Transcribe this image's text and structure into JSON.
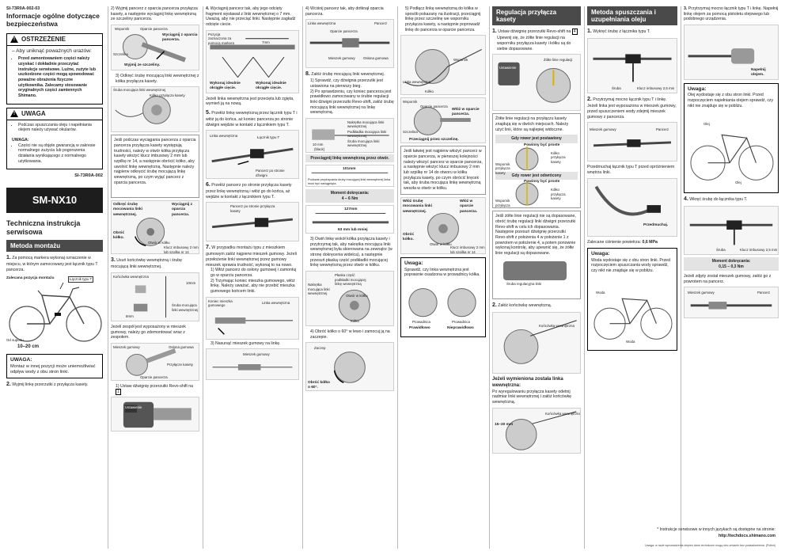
{
  "doc": {
    "code": "SI-73R0A-002-03",
    "general_title": "Informacje ogólne dotyczące bezpieczeństwa",
    "warning_head": "OSTRZEŻENIE",
    "warning_lead": "– Aby uniknąć poważnych urazów:",
    "warning_item": "Przed zamontowaniem części należy uzyskać i dokładnie przeczytać instrukcje serwisowe. Luźne, zużyte lub uszkodzone części mogą spowodować poważne obrażenia fizyczne użytkownika. Zalecamy stosowanie oryginalnych części zamiennych Shimano.",
    "caution_head": "UWAGA",
    "caution_item": "Podczas spuszczania oleju i napełniania olejem należy używać okularów.",
    "caution_note_title": "UWAGA:",
    "caution_note": "Części nie są objęte gwarancją w zakresie normalnego zużycia lub pogorszenia działania wynikającego z normalnego użytkowania.",
    "ref_code": "SI-73R0A-002",
    "model": "SM-NX10",
    "tech_title": "Techniczna instrukcja serwisowa",
    "install_title": "Metoda montażu",
    "install_step1": "Za pomocą markera wykonaj oznaczenie w miejscu, w którym zamocowany jest łącznik typu T pancerza.",
    "mark_label": "Zalecana pozycja montażu",
    "t_joint_label": "Łącznik typu T",
    "from_stop": "Od suportu",
    "distance": "10–20 cm",
    "uwaga_title": "UWAGA:",
    "uwaga_body": "Montaż w innej pozycji może uniemożliwiać odpływ wody z obu stron linki.",
    "install_step2": "Wyjmij linkę przerzutki z przyłącza kasety."
  },
  "col2": {
    "s2": "2) Wyjmij pancerz z oparcia pancerza przyłącza kasety, a następnie wyciągnij linkę wewnętrzną ze szczeliny pancerza.",
    "wspornik": "Wspornik",
    "oparcie": "Oparcie pancerza",
    "wyciagnij": "Wyciągnij z oparcia pancerza.",
    "szczelina": "Szczelina",
    "wyjmij": "Wyjmij ze szczeliny.",
    "s3": "3) Odkręć śrubę mocującą linki wewnętrznej z kółka przyłącza kasety.",
    "sruba": "Śruba mocująca linki wewnętrznej",
    "kolko": "Kółko przyłącza kasety",
    "box": "Jeśli podczas wyciągania pancerza z oparcia pancerza przyłącza kasety występują trudności, należy w otwór kółka przyłącza kasety włożyć klucz imbusowy 2 mm lub szpilkę nr 14, a następnie obrócić kółko, aby uwolnić linkę wewnętrzną. Następnie należy najpierw odkręcić śrubę mocującą linkę wewnętrzną, po czym wyjąć pancerz z oparcia pancerza.",
    "odkrec": "Odkręć śrubę mocowania linki wewnętrznej.",
    "obroc": "Obróć kółko.",
    "wyciagnij2": "Wyciągnij z oparcia pancerza.",
    "otwor": "Otwór w kółku",
    "klucz": "Klucz imbusowy 2 mm lub szpilka nr 14",
    "s3b": "Usuń końcówkę wewnętrzną i śrubę mocującą linki wewnętrznej.",
    "koncowka": "Końcówka wewnętrzna",
    "mm10": "10mm",
    "mm8": "8mm",
    "mocuj": "Śruba mocująca linki wewnętrznej",
    "s4": "Jeżeli zespół jest wyposażony w mieszek gumowy, należy go zdemontować wraz z zespołem.",
    "mieszek": "Mieszek gumowy",
    "oslona": "Osłona gumowa",
    "przylacze": "Przyłącze kasety",
    "oparcie2": "Oparcie pancerza",
    "s1r": "1) Ustaw dźwignię przerzutki Revo-shift na",
    "ustawien": "Ustawienie"
  },
  "col3": {
    "s4": "Wyciągnij pancerz tak, aby jego odcięty fragment wystawał z linki wewnętrznej o 7 mm. Uważaj, aby nie przeciąć linki. Następnie zagładź odcięte ciecie.",
    "pozycja": "Pozycja zaznaczona za pomocą markera",
    "mm7": "7mm",
    "wykonaj1": "Wykonaj idealnie okrągłe cięcie.",
    "wykonaj2": "Wykonaj idealnie okrągłe cięcie.",
    "jezeli": "Jeżeli linka wewnętrzna jest przecięta lub zgięta, wymień ją na nową.",
    "s5": "Przełóż linkę wewnętrzną przez łącznik typu T i włóż ją do końca, aż koniec pancerza po stronie dźwigni wejdzie w kontakt z łącznikiem typu T.",
    "linka": "Linka wewnętrzna",
    "tjoint": "Łącznik typu T",
    "pancerz": "Pancerz po stronie dźwigni",
    "s6": "Przełóż pancerz po stronie przyłącza kasety przez linkę wewnętrzną i włóż go do końca, aż wejdzie w kontakt z łącznikiem typu T.",
    "pancerz2": "Pancerz po stronie przyłącza kasety",
    "s7": "W przypadku montażu typu z mieszkiem gumowym załóż najpierw mieszek gumowy. Jeżeli przełożenie linki wewnętrznej przez gumowy mieszek sprawia trudność, wykonaj to na nowo.",
    "s7a": "1) Włóż pancerz do osłony gumowej i zamontuj go w oparciu pancerza.",
    "s7b": "2) Trzymając koniec mieszka gumowego, włóż linkę. Należy uważać, aby nie przebić mieszka gumowego końcem linki.",
    "koniec": "Koniec mieszka gumowego",
    "s3n": "3) Nasunąć mieszek gumowy na linkę.",
    "mieszek": "Mieszek gumowy"
  },
  "col4": {
    "s4": "4) Wciśnij pancerz tak, aby dotknął oparcia pancerza.",
    "linka": "Linka wewnętrzna",
    "pancerz": "Pancerz",
    "oparcie": "Oparcie pancerza",
    "mieszek": "Mieszek gumowy",
    "oslona": "Osłona gumowa",
    "s8": "Załóż śrubę mocującą linki wewnętrznej.",
    "s8a": "1) Sprawdź, czy dźwignia przerzutki jest ustawiona na pierwszy bieg.",
    "s8b": "2) Po sprawdzeniu, czy koniec pancerza jest prawidłowo zamocowany w śrubie regulacji linki dźwigni przerzutki Revo-shift, załóż śrubę mocującą linki wewnętrznej na linkę wewnętrzną.",
    "mm10": "10 mm",
    "black": "(black)",
    "nakretka": "Nakrętka mocująca linki wewnętrznej",
    "podkladka": "Podkładka mocująca linki wewnętrznej",
    "sruba": "Śruba mocująca linki wewnętrznej",
    "przeciagnij": "Przeciągnij linkę wewnętrzną przez otwór.",
    "mm101": "101mm",
    "podczas": "Podczas przykręcania śruby mocującej linki wewnętrznej linka musi być naciągnięta.",
    "moment": "Moment dokręcania:",
    "moment_v": "4 – 6 Nm",
    "mm127": "127mm",
    "mm63": "63 mm lub mniej",
    "s3": "3) Owiń linkę wokół kółka przyłącza kasety i przytrzymaj tak, aby nakrętka mocująca linki wewnętrznej była skierowana na zewnątrz (w stronę dokręcenia widelca), a następnie przesuń płaską część podkładki mocującej linkę wewnętrzną przez otwór w kółku.",
    "plaska": "Płaska część podkładki mocującej linkę wewnętrzną",
    "nakretka2": "Nakrętka mocująca linki wewnętrznej",
    "otwor": "Otwór w kółku",
    "kolko": "Kółko",
    "s4b": "4) Obróć kółko o 60° w lewo i zamocuj ją na zaczepie.",
    "zaczep": "Zaczep",
    "obroc": "Obróć kółko o 60°."
  },
  "col5": {
    "s5": "5) Podłącz linkę wewnętrzną do kółka w sposób pokazany na ilustracji, przeciągnij linkę przez szczelinę we wsporniku przyłącza kasety, a następnie poprowadź linkę do pancerza w oparcie pancerza.",
    "wspornik": "Wspornik",
    "linka": "Linka wewnętrzna",
    "kolko": "Kółko",
    "wspornik2": "Wspornik",
    "oparcie": "Oparcie pancerza",
    "wloz": "Włóż w oparcie pancerza.",
    "szczelina": "Szczelina",
    "przeciagnij": "Przeciągnij przez szczelinę.",
    "box": "Jeśli łatwiej jest najpierw włożyć pancerz w oparcie pancerza, w pierwszej kolejności należy włożyć pancerz w oparcie pancerza, a następnie włożyć klucz imbusowy 2 mm lub szpilkę nr 14 do otworu w kółku przyłącza kasety, po czym obrócić kręcek tak, aby śruba mocująca linkę wewnętrzną weszła w otwór w kółku.",
    "wloz_sr": "Włóż śrubę mocowania linki wewnętrznej.",
    "wloz_op": "Włóż w oparcie pancerza.",
    "obroc": "Obróć kółko.",
    "otwor": "Otwór w kółku",
    "klucz": "Klucz imbusowy 2 mm lub szpilka nr 14",
    "uwaga_t": "Uwaga:",
    "uwaga": "Sprawdź, czy linka wewnętrzna jest poprawnie osadzona w prowadnicy kółka.",
    "prow": "Prowadnica",
    "prawid": "Prawidłowo",
    "nieprawid": "Nieprawidłowo"
  },
  "col6": {
    "title": "Regulacja przyłącza kasety",
    "s1": "Ustaw dźwignię przerzutki Revo-shift na",
    "s1b": "Upewnij się, że żółte linie regulacji na wsporniku przyłącza kasety i kółku są do siebie dopasowane.",
    "zolte": "Żółte linie regulacji",
    "ustaw": "Ustawienie",
    "box1": "Żółte linie regulacji na przyłączu kasety znajdują się w dwóch miejscach. Należy użyć linii, które są najlepiej widoczne.",
    "rower_post": "Gdy rower jest postawiony",
    "powinny": "Powinny być proste",
    "kolko_p": "Kółko przyłącza kasety",
    "wspornik": "Wspornik przyłącza kasety",
    "rower_odw": "Gdy rower jest odwrócony",
    "powinny2": "Powinny być proste",
    "kolko_p2": "Kółko przyłącza kasety",
    "wspornik2": "Wspornik przyłącza kasety",
    "box2": "Jeśli żółte linie regulacji nie są dopasowane, obróć śrubę regulacji linki dźwigni przerzutki Revo-shift w celu ich dopasowania. Następnie przesuń dźwignię przerzutki Revo-shift z położenia 4 w położenie 1 z powrotem w położenie 4, a potem ponownie wykonaj kontrolę, aby upewnić się, że żółte linie regulacji są dopasowane.",
    "sruba_reg": "Śruba regulacyjna linki",
    "s2": "Załóż końcówkę wewnętrzną.",
    "koncowka": "Końcówka wewnętrzna",
    "jezeli_t": "Jeżeli wymieniona została linka wewnętrzna:",
    "jezeli": "Po wyregulowaniu przyłącza kasety odetnij nadmiar linki wewnętrznej i załóż końcówkę wewnętrzną.",
    "koncowka2": "Końcówka wewnętrzna",
    "mm1520": "15–20 mm"
  },
  "col7": {
    "title": "Metoda spuszczania i uzupełniania oleju",
    "s1": "Wykręć śrubę z łącznika typu T.",
    "sruba": "Śruba",
    "klucz": "Klucz imbusowy 2,5 mm",
    "s2": "Przytrzymaj mocno łącznik typu T i linkę. Jeżeli linka jest wyposażona w mieszek gumowy, przed spuszczeniem wody zdejmij mieszek gumowy z pancerza.",
    "mieszek": "Mieszek gumowy",
    "pancerz": "Pancerz",
    "przedm": "Przedmuchaj łącznik typu T przed opróżnieniem wnętrza linki.",
    "przedm2": "Przedmuchaj.",
    "zalecane": "Zalecane ciśnienie powietrza:",
    "zalecane_v": "0,6 MPa",
    "uwaga_t": "Uwaga:",
    "uwaga": "Woda wydostaje się z obu stron linki. Przed rozpoczęciem spuszczania wody sprawdź, czy nikt nie znajduje się w pobliżu.",
    "woda": "Woda"
  },
  "col8": {
    "s3": "Przytrzymaj mocno łącznik typu T i linkę. Napełnij linkę olejem za pomocą pistoletu olejowego lub podobnego urządzenia.",
    "napelnij": "Napełnij olejem.",
    "uwaga_t": "Uwaga:",
    "uwaga": "Olej wydostaje się z obu stron linki. Przed rozpoczęciem napełniania olejem sprawdź, czy nikt nie znajduje się w pobliżu.",
    "olej": "Olej",
    "s4": "Wkręć śrubę do łącznika typu T.",
    "sruba": "Śruba",
    "klucz": "Klucz imbusowy 2,5 mm",
    "moment": "Moment dokręcania:",
    "moment_v": "0,15 – 0,3 Nm",
    "jezeli": "Jeżeli zdjęty został mieszek gumowy, załóż go z powrotem na pancerz.",
    "mieszek": "Mieszek gumowy",
    "pancerz": "Pancerz",
    "lang": "* Instrukcje serwisowe w innych językach są dostępne na stronie:",
    "url": "http://techdocs.shimano.com",
    "foot": "Uwaga: w razie wprowadzenia zlepień dane techniczne mogą ulec zmianie bez powiadomienia. (Polish)"
  }
}
